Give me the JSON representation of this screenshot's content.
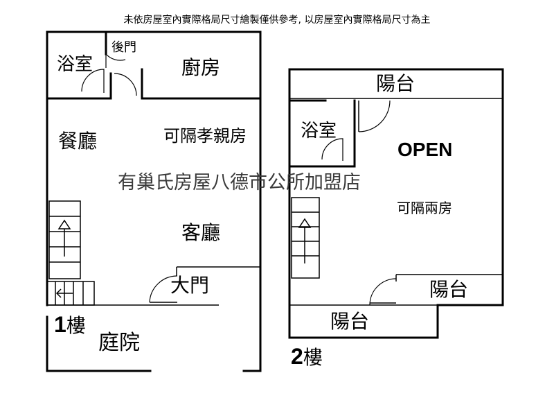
{
  "disclaimer": "未依房屋室內實際格局尺寸繪製僅供參考, 以房屋室內實際格局尺寸為主",
  "watermark": "有巢氏房屋八德市公所加盟店",
  "floor1": {
    "floor_number": "1",
    "floor_char": "樓",
    "rooms": {
      "bathroom": "浴室",
      "back_door": "後門",
      "kitchen": "廚房",
      "dining_room": "餐廳",
      "parent_room": "可隔孝親房",
      "living_room": "客廳",
      "main_door": "大門",
      "courtyard": "庭院"
    }
  },
  "floor2": {
    "floor_number": "2",
    "floor_char": "樓",
    "rooms": {
      "balcony_top": "陽台",
      "bathroom": "浴室",
      "open_label": "OPEN",
      "two_rooms": "可隔兩房",
      "balcony_right": "陽台",
      "balcony_bottom": "陽台"
    }
  }
}
